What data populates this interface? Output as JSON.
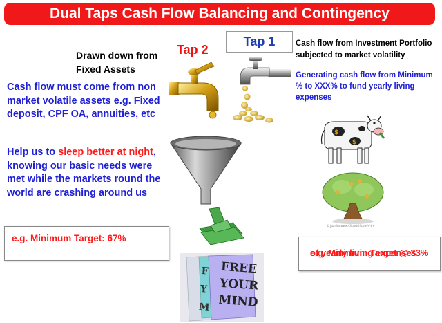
{
  "title": "Dual Taps Cash Flow Balancing and Contingency",
  "tap2": {
    "label": "Tap 2",
    "caption_line1": "Drawn down from",
    "caption_line2": "Fixed Assets",
    "paragraph1": "Cash flow must come from non market volatile assets e.g. Fixed deposit, CPF OA, annuities, etc",
    "paragraph2_before": "Help us to ",
    "paragraph2_highlight": "sleep better at night",
    "paragraph2_after": ", knowing our basic needs were met while the markets round the world are crashing around us",
    "target": "e.g. Minimum Target: 67%"
  },
  "tap1": {
    "label": "Tap 1",
    "description": "Cash flow from Investment Portfolio subjected to market volatility",
    "generating": "Generating cash flow from Minimum % to XXX% to fund yearly living expenses",
    "target_line1": "e.g. Minimum Target @ 33%",
    "target_line2": "of yearly living expenses"
  },
  "images": {
    "tap2_icon": "gold-faucet-icon",
    "tap1_icon": "silver-faucet-coins-icon",
    "funnel": "funnel-icon",
    "cash": "cash-stack-icon",
    "cow": "cash-cow-icon",
    "tree": "money-tree-icon",
    "poster": "free-your-mind-poster",
    "poster_text": "FREE YOUR MIND",
    "tree_credit": "© Juanito    www.ClipartOf.com/###"
  },
  "colors": {
    "banner": "#f01818",
    "blue_text": "#1f1fd6",
    "red_text": "#ff1a1a",
    "gold": "#d4a017"
  }
}
